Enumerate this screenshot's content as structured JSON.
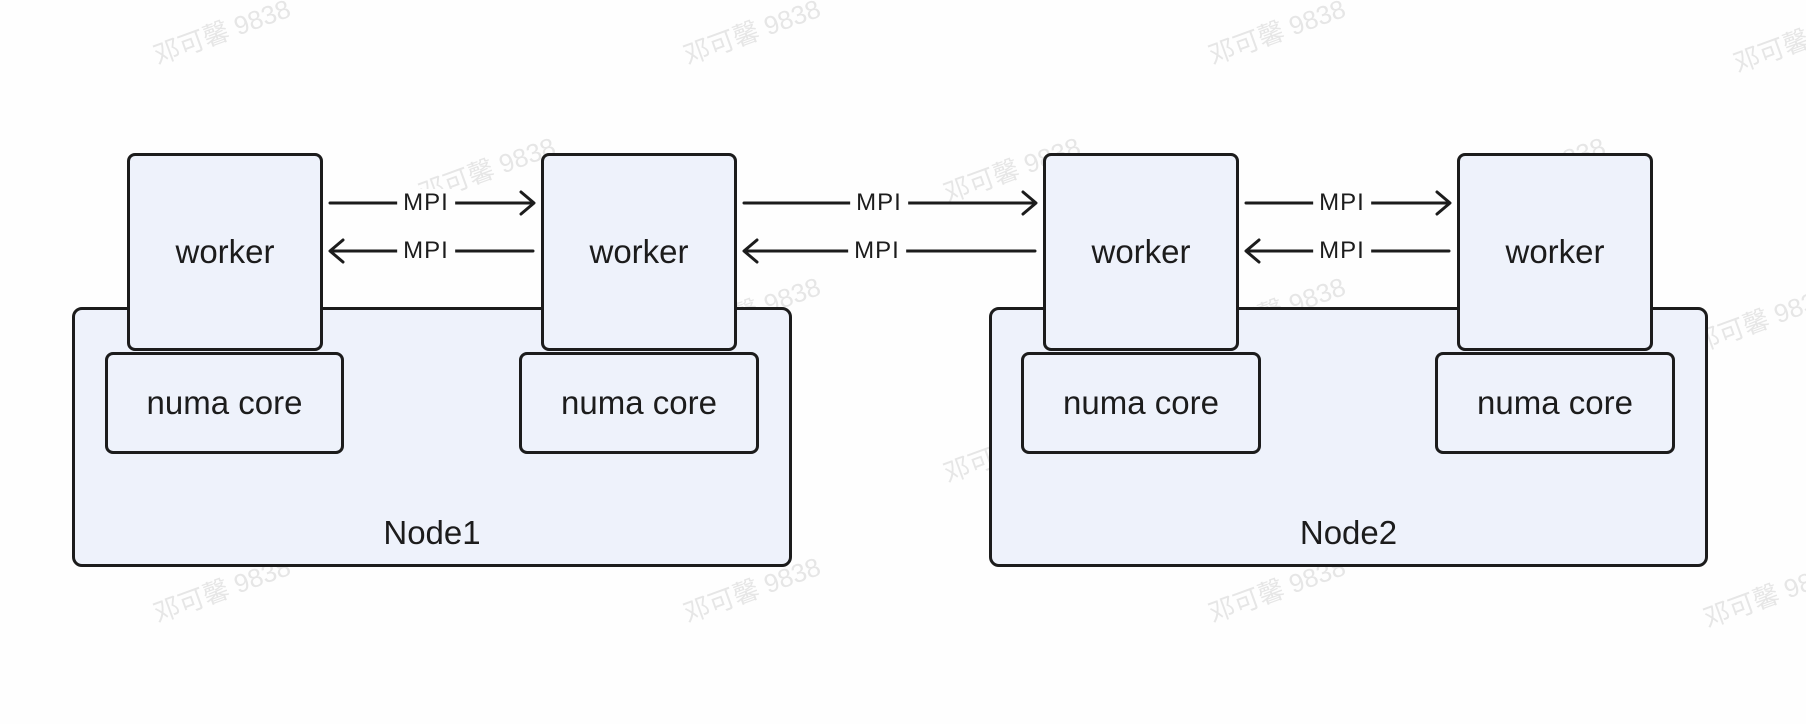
{
  "watermark_text": "邓可馨 9838",
  "nodes": [
    {
      "label": "Node1",
      "workers": [
        {
          "label": "worker",
          "core_label": "numa core"
        },
        {
          "label": "worker",
          "core_label": "numa core"
        }
      ]
    },
    {
      "label": "Node2",
      "workers": [
        {
          "label": "worker",
          "core_label": "numa core"
        },
        {
          "label": "worker",
          "core_label": "numa core"
        }
      ]
    }
  ],
  "links": [
    {
      "forward_label": "MPI",
      "backward_label": "MPI"
    },
    {
      "forward_label": "MPI",
      "backward_label": "MPI"
    },
    {
      "forward_label": "MPI",
      "backward_label": "MPI"
    }
  ],
  "colors": {
    "stroke": "#1c1c1c",
    "fill": "#eef2fb",
    "background": "#fefefe",
    "watermark": "#e6e6e6"
  }
}
